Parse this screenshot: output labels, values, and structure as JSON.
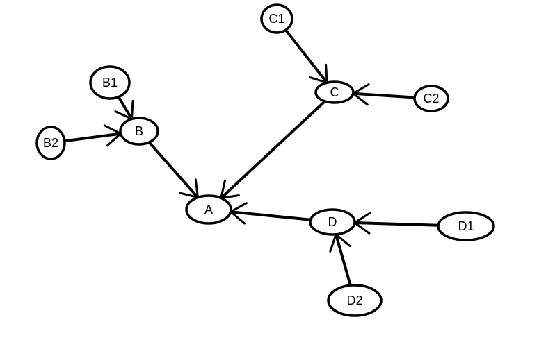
{
  "diagram": {
    "stroke_color": "#000000",
    "background": "#ffffff",
    "nodes": [
      {
        "id": "A",
        "label": "A"
      },
      {
        "id": "B",
        "label": "B"
      },
      {
        "id": "B1",
        "label": "B1"
      },
      {
        "id": "B2",
        "label": "B2"
      },
      {
        "id": "C",
        "label": "C"
      },
      {
        "id": "C1",
        "label": "C1"
      },
      {
        "id": "C2",
        "label": "C2"
      },
      {
        "id": "D",
        "label": "D"
      },
      {
        "id": "D1",
        "label": "D1"
      },
      {
        "id": "D2",
        "label": "D2"
      }
    ],
    "edges": [
      {
        "from": "B1",
        "to": "B"
      },
      {
        "from": "B2",
        "to": "B"
      },
      {
        "from": "C1",
        "to": "C"
      },
      {
        "from": "C2",
        "to": "C"
      },
      {
        "from": "D1",
        "to": "D"
      },
      {
        "from": "D2",
        "to": "D"
      },
      {
        "from": "B",
        "to": "A"
      },
      {
        "from": "C",
        "to": "A"
      },
      {
        "from": "D",
        "to": "A"
      }
    ]
  }
}
